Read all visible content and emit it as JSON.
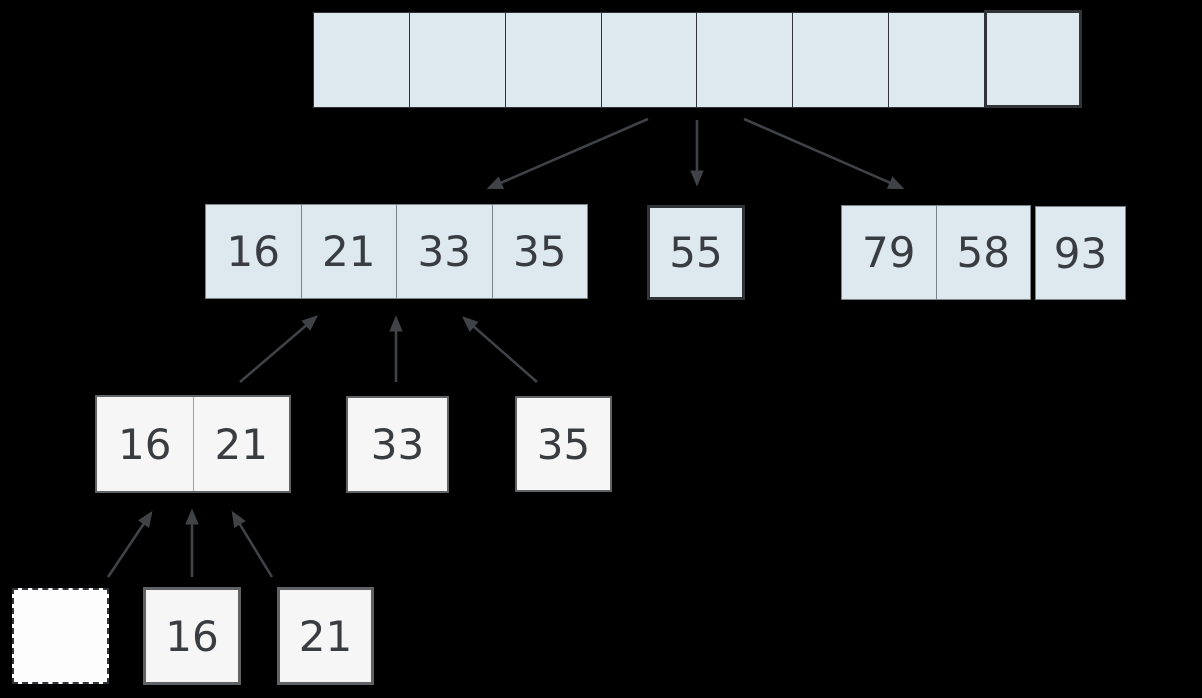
{
  "colors": {
    "background": "#000000",
    "cell_blue": "#dde8ef",
    "cell_white": "#f6f6f6",
    "cell_white_bright": "#fdfdfd",
    "text": "#393d41",
    "arrow": "#3f4347",
    "border_dark": "#303338",
    "border_gray": "#7b8288",
    "border_mid": "#5f6366",
    "divider_light": "#9aa0a5"
  },
  "levels": {
    "top_array": {
      "cells": [
        "",
        "",
        "",
        "",
        "",
        "",
        "",
        ""
      ]
    },
    "level2": {
      "merged_left": {
        "cells": [
          "16",
          "21",
          "33",
          "35"
        ]
      },
      "single_55": {
        "cells": [
          "55"
        ]
      },
      "pair_right": {
        "cells": [
          "79",
          "58"
        ]
      },
      "single_93": {
        "cells": [
          "93"
        ]
      }
    },
    "level3": {
      "pair_16_21": {
        "cells": [
          "16",
          "21"
        ]
      },
      "single_33": {
        "cells": [
          "33"
        ]
      },
      "single_35": {
        "cells": [
          "35"
        ]
      }
    },
    "level4": {
      "dashed_empty": {
        "cells": [
          ""
        ]
      },
      "single_16": {
        "cells": [
          "16"
        ]
      },
      "single_21": {
        "cells": [
          "21"
        ]
      }
    }
  },
  "arrows": [
    {
      "id": "split-left",
      "from": "top-array",
      "to": "level2-merged-left",
      "direction": "down-left"
    },
    {
      "id": "split-middle",
      "from": "top-array",
      "to": "level2-single-55",
      "direction": "down"
    },
    {
      "id": "split-right",
      "from": "top-array",
      "to": "level2-pair-right",
      "direction": "down-right"
    },
    {
      "id": "merge-16-21-up",
      "from": "level3-pair-16-21",
      "to": "level2-merged-left",
      "direction": "up-right"
    },
    {
      "id": "merge-33-up",
      "from": "level3-single-33",
      "to": "level2-merged-left",
      "direction": "up"
    },
    {
      "id": "merge-35-up",
      "from": "level3-single-35",
      "to": "level2-merged-left",
      "direction": "up-left"
    },
    {
      "id": "merge-empty-up",
      "from": "level4-dashed-empty",
      "to": "level3-pair-16-21",
      "direction": "up-right"
    },
    {
      "id": "merge-16-up",
      "from": "level4-single-16",
      "to": "level3-pair-16-21",
      "direction": "up"
    },
    {
      "id": "merge-21-up",
      "from": "level4-single-21",
      "to": "level3-pair-16-21",
      "direction": "up-left"
    }
  ]
}
